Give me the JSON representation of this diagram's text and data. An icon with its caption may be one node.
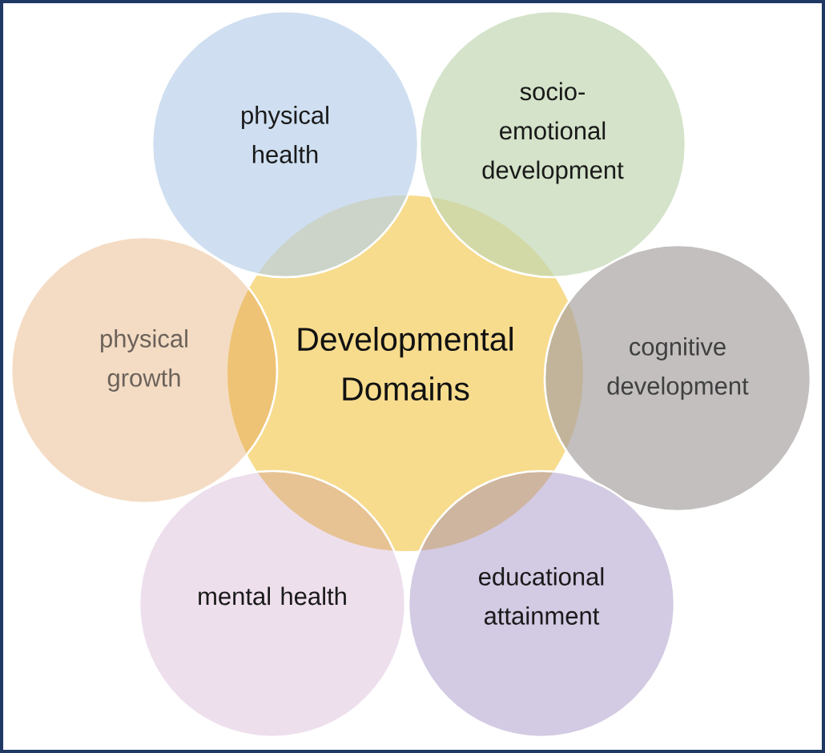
{
  "diagram": {
    "nodes": [
      {
        "text": [
          "physical health"
        ]
      },
      {
        "text": [
          "socio-emotional development"
        ]
      },
      {
        "text": [
          "physical growth"
        ]
      },
      {
        "text": [
          "Developmental Domains"
        ]
      },
      {
        "text": [
          "cognitive development"
        ]
      },
      {
        "text": [
          "mental health"
        ]
      },
      {
        "text": [
          "educational attainment"
        ]
      }
    ]
  }
}
